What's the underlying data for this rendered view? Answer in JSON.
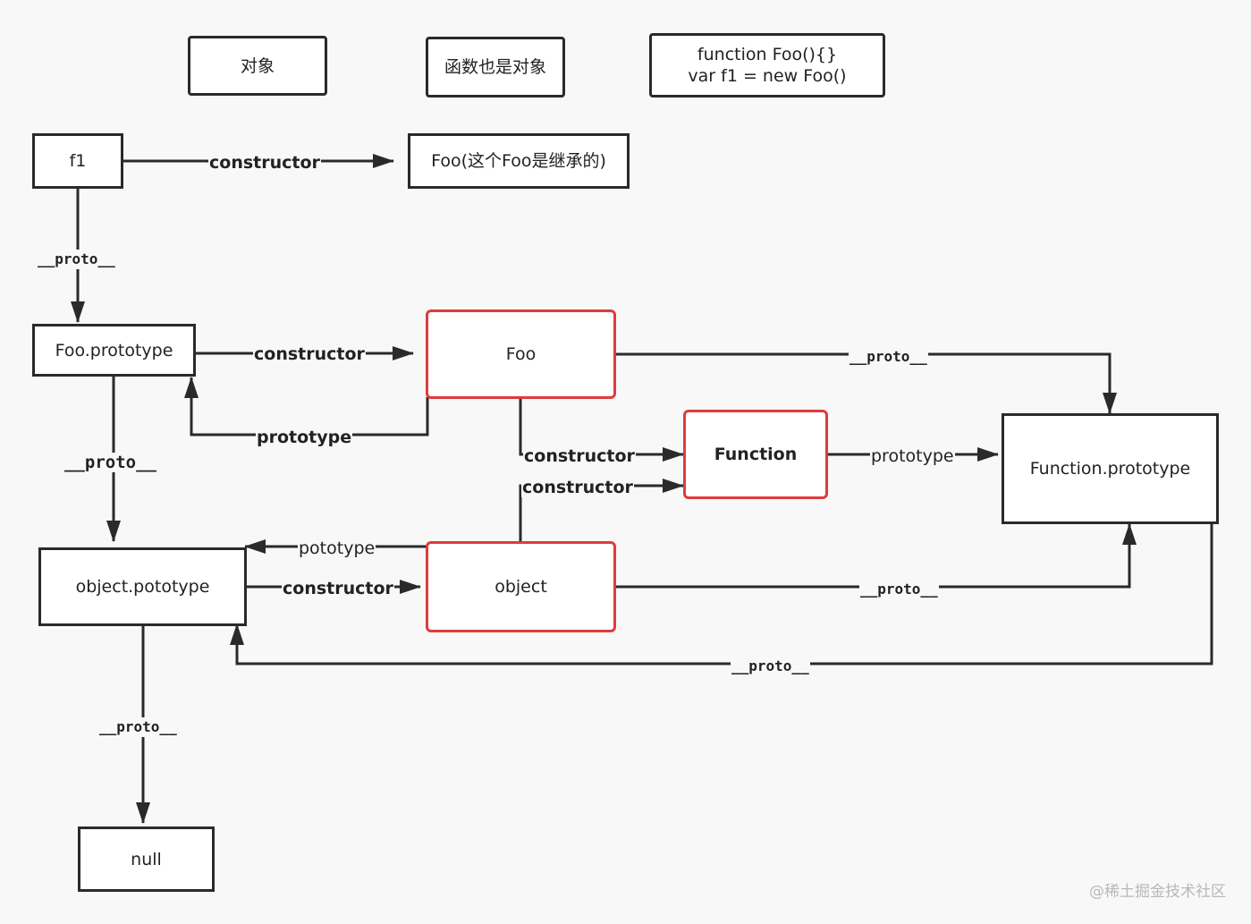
{
  "legend": {
    "object": "对象",
    "function_object": "函数也是对象",
    "code_line1": "function Foo(){}",
    "code_line2": "var f1 = new Foo()"
  },
  "nodes": {
    "f1": "f1",
    "foo_inherited": "Foo(这个Foo是继承的)",
    "foo_prototype": "Foo.prototype",
    "foo": "Foo",
    "function": "Function",
    "function_prototype": "Function.prototype",
    "object_prototype": "object.pototype",
    "object": "object",
    "null": "null"
  },
  "edge_labels": {
    "f1_constructor": "constructor",
    "f1_proto": "__proto__",
    "fooproto_constructor": "constructor",
    "foo_prototype": "prototype",
    "foo_proto": "__proto__",
    "fooproto_proto": "__proto__",
    "foo_constructor": "constructor",
    "object_constructor": "constructor",
    "function_prototype": "prototype",
    "object_pototype": "pototype",
    "objproto_constructor": "constructor",
    "object_proto": "__proto__",
    "funcproto_proto": "__proto__",
    "objproto_proto": "__proto__"
  },
  "colors": {
    "line": "#2a2a2a",
    "highlight": "#e03b3b",
    "background": "#f8f8f8"
  },
  "watermark": "@稀土掘金技术社区"
}
